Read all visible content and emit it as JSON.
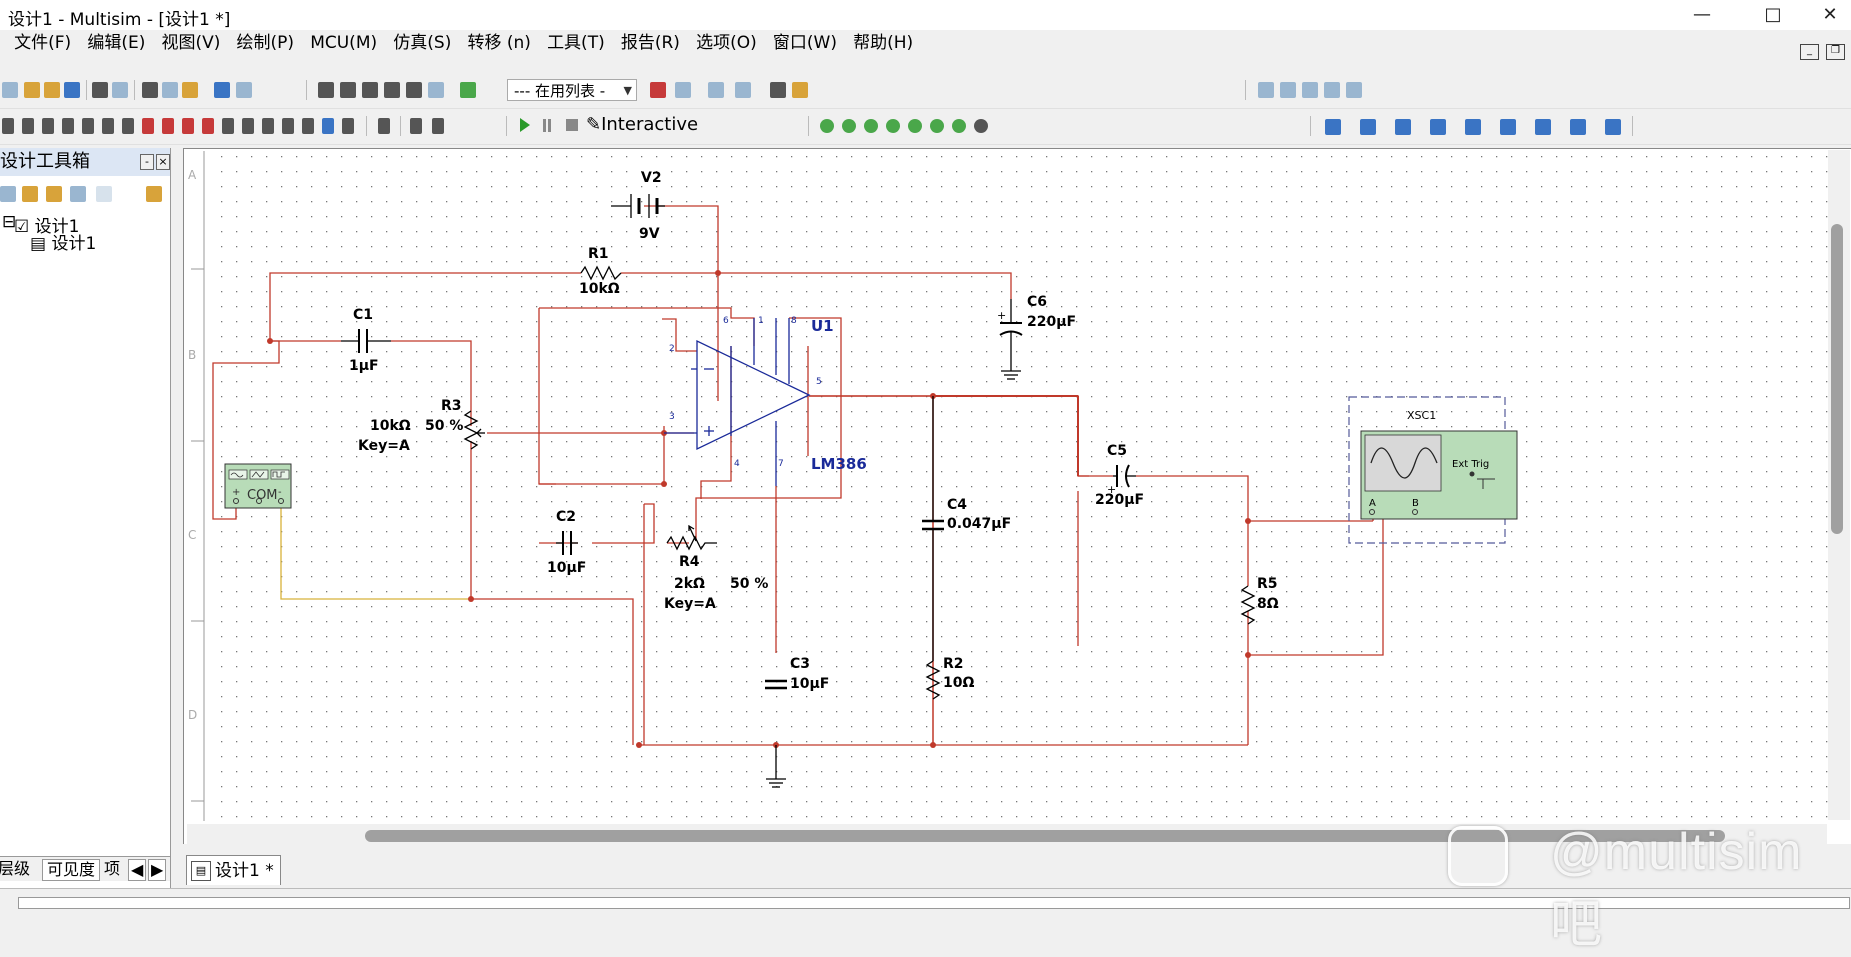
{
  "window": {
    "title": "设计1 - Multisim - [设计1 *]"
  },
  "menu": {
    "items": [
      "文件(F)",
      "编辑(E)",
      "视图(V)",
      "绘制(P)",
      "MCU(M)",
      "仿真(S)",
      "转移 (n)",
      "工具(T)",
      "报告(R)",
      "选项(O)",
      "窗口(W)",
      "帮助(H)"
    ]
  },
  "toolbar": {
    "inuse_list": "--- 在用列表 -",
    "sim_mode": "Interactive"
  },
  "toolbox": {
    "title": "设计工具箱",
    "tree_root": "设计1",
    "tree_child": "设计1",
    "tabs": [
      "层级",
      "可见度",
      "项"
    ]
  },
  "document_tab": "设计1 *",
  "ruler_rows": [
    "A",
    "B",
    "C",
    "D"
  ],
  "schematic": {
    "V2": {
      "ref": "V2",
      "value": "9V"
    },
    "R1": {
      "ref": "R1",
      "value": "10kΩ"
    },
    "C1": {
      "ref": "C1",
      "value": "1μF"
    },
    "R3": {
      "ref": "R3",
      "value": "10kΩ",
      "pct": "50 %",
      "key": "Key=A"
    },
    "C2": {
      "ref": "C2",
      "value": "10μF"
    },
    "R4": {
      "ref": "R4",
      "value": "2kΩ",
      "pct": "50 %",
      "key": "Key=A"
    },
    "C3": {
      "ref": "C3",
      "value": "10μF"
    },
    "C4": {
      "ref": "C4",
      "value": "0.047μF"
    },
    "R2": {
      "ref": "R2",
      "value": "10Ω"
    },
    "C5": {
      "ref": "C5",
      "value": "220μF"
    },
    "C6": {
      "ref": "C6",
      "value": "220μF"
    },
    "R5": {
      "ref": "R5",
      "value": "8Ω"
    },
    "U1": {
      "ref": "U1",
      "part": "LM386",
      "pins": [
        "6",
        "1",
        "8",
        "2",
        "3",
        "5",
        "4",
        "7"
      ]
    },
    "XSC1": {
      "ref": "XSC1",
      "ext_trig": "Ext Trig",
      "ch_a": "A",
      "ch_b": "B"
    },
    "XFG1": {
      "com": "COM"
    }
  },
  "watermark": "@multisim吧"
}
